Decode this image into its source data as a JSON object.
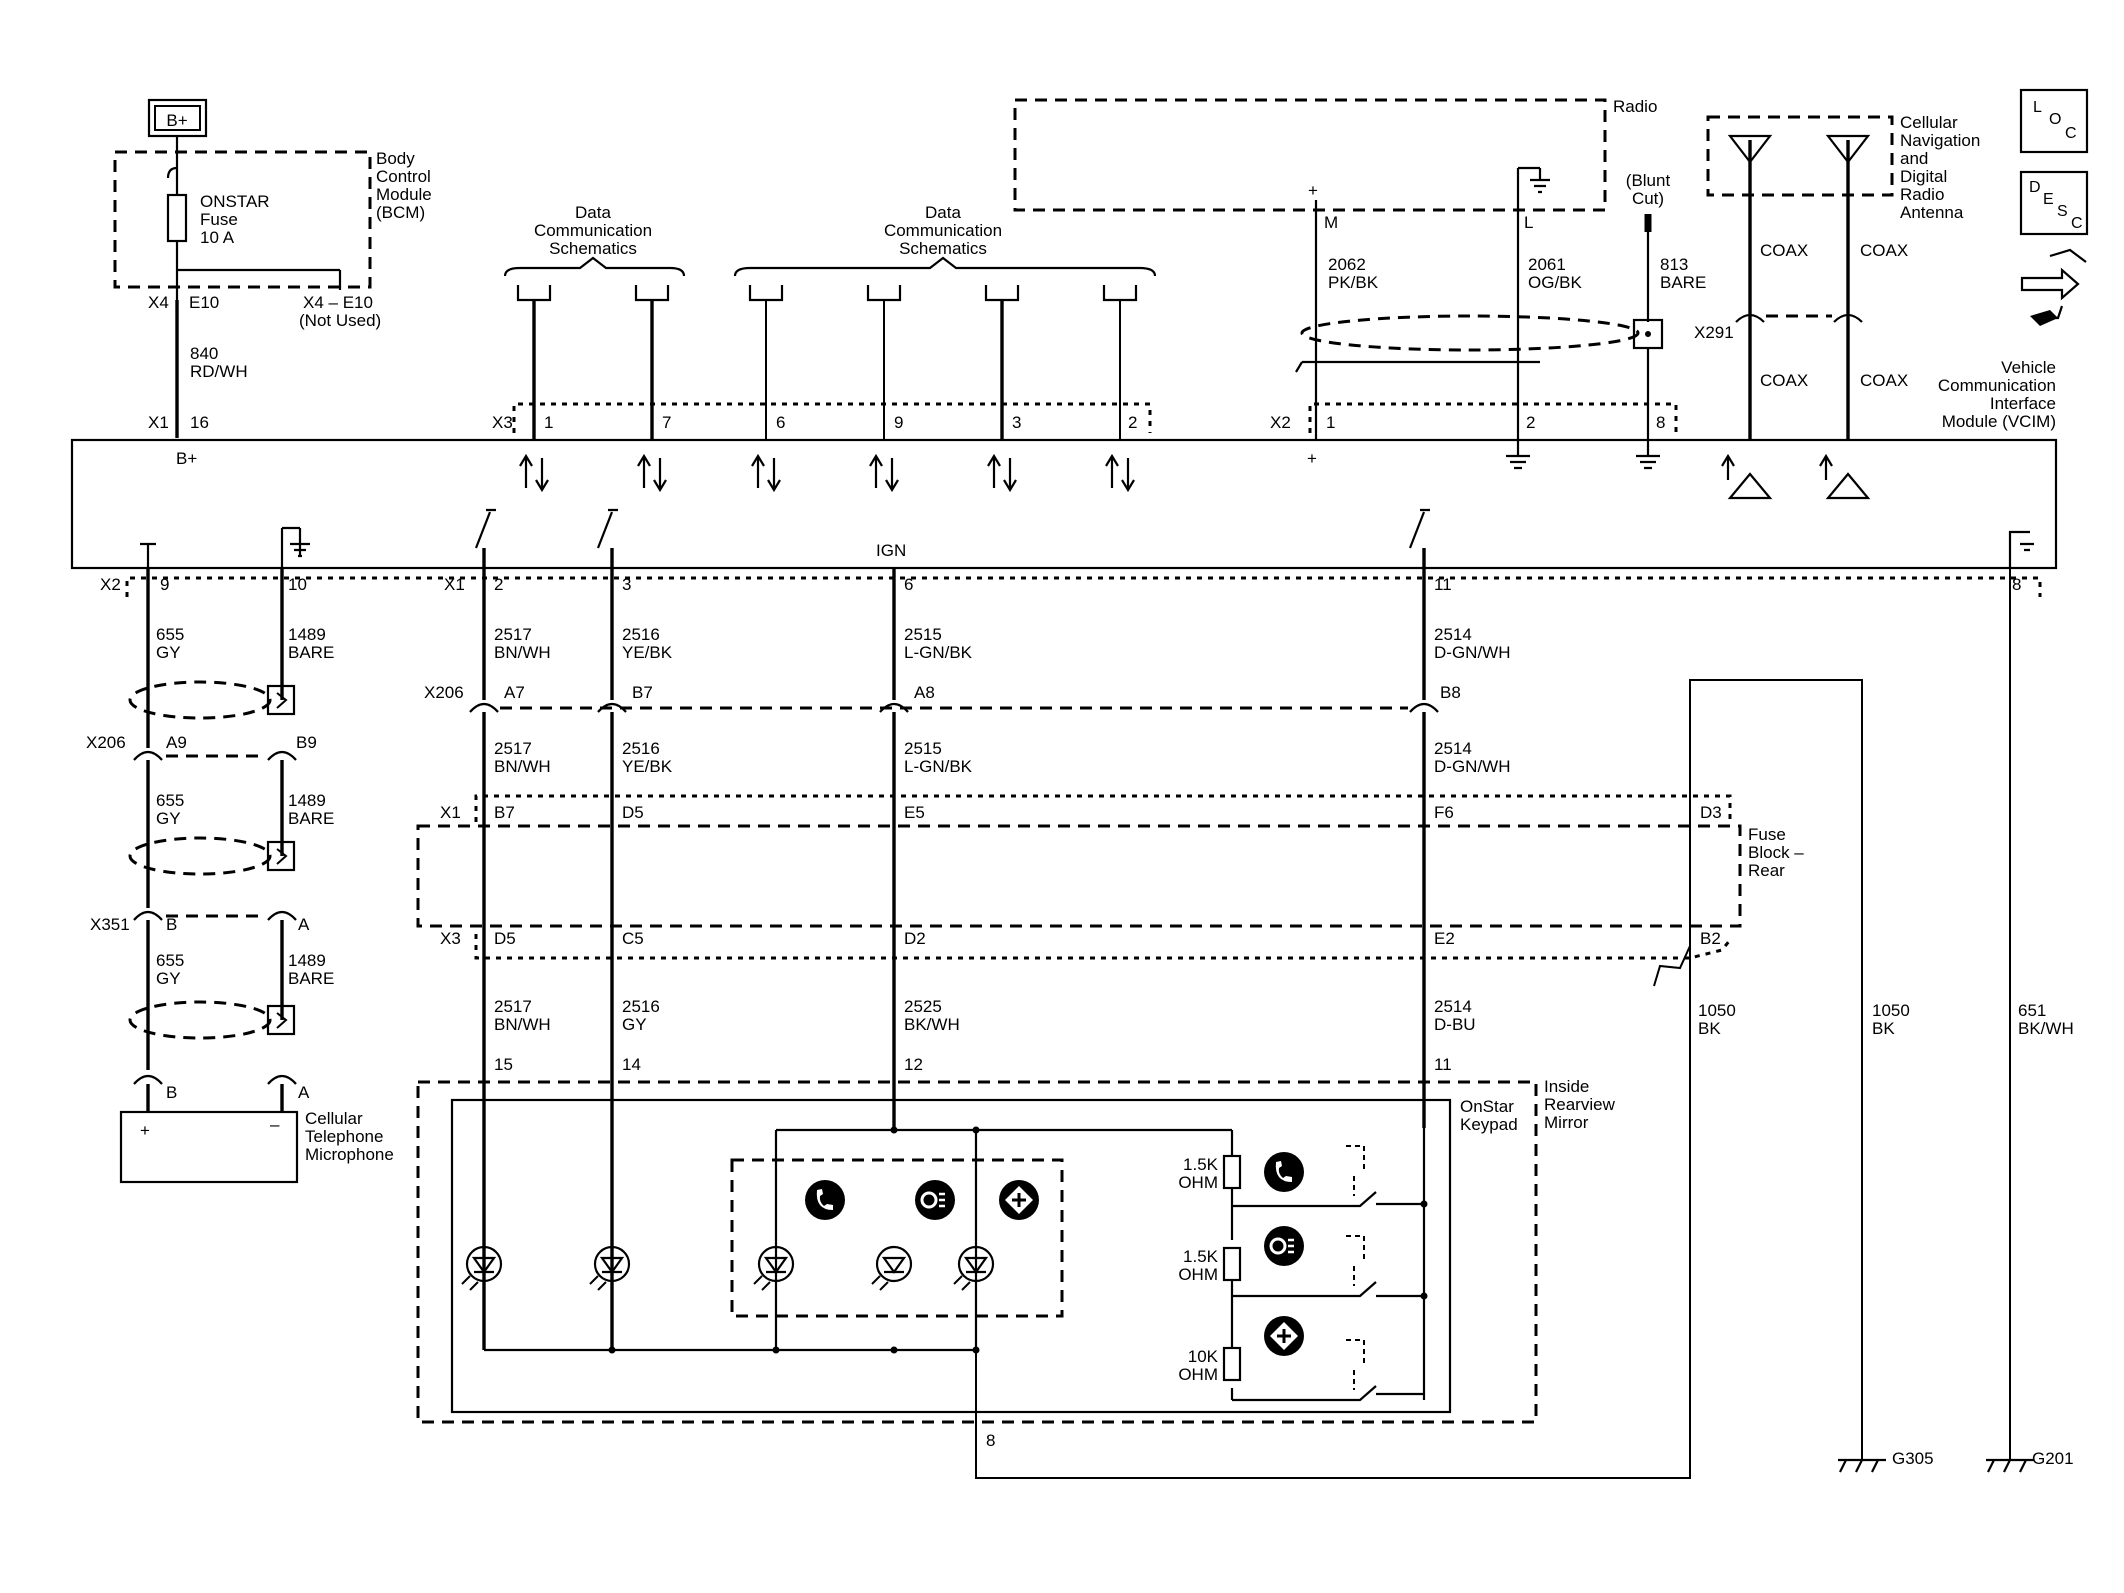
{
  "supply": {
    "label": "B+"
  },
  "bcm": {
    "fuse_name": "ONSTAR",
    "fuse_word": "Fuse",
    "fuse_rating": "10 A",
    "module_lines": [
      "Body",
      "Control",
      "Module",
      "(BCM)"
    ],
    "conn_x4": "X4",
    "pin_e10": "E10",
    "unused_pin": "X4 – E10",
    "unused_note": "(Not Used)",
    "wire_circuit": "840",
    "wire_color": "RD/WH"
  },
  "data_comm": {
    "lines": [
      "Data",
      "Communication",
      "Schematics"
    ]
  },
  "radio": {
    "label": "Radio",
    "plus": "+",
    "pin_m": "M",
    "pin_l": "L",
    "w1_circuit": "2062",
    "w1_color": "PK/BK",
    "w2_circuit": "2061",
    "w2_color": "OG/BK",
    "blunt_lines": [
      "(Blunt",
      "Cut)"
    ],
    "w3_circuit": "813",
    "w3_color": "BARE"
  },
  "antenna": {
    "lines": [
      "Cellular",
      "Navigation",
      "and",
      "Digital",
      "Radio",
      "Antenna"
    ],
    "coax": "COAX",
    "conn": "X291"
  },
  "icons": {
    "loc": [
      "L",
      "O",
      "C"
    ],
    "desc": [
      "D",
      "E",
      "S",
      "C"
    ]
  },
  "vcim": {
    "lines": [
      "Vehicle",
      "Communication",
      "Interface",
      "Module (VCIM)"
    ],
    "b_plus": "B+",
    "ign": "IGN",
    "x1": "X1",
    "x1_pin": "16",
    "x3": "X3",
    "x3_pins": [
      "1",
      "7",
      "6",
      "9",
      "3",
      "2"
    ],
    "x2": "X2",
    "x2_pins": [
      "1",
      "2",
      "8"
    ],
    "plus": "+",
    "bx2": "X2",
    "bx2_pins": [
      "9",
      "10"
    ],
    "bx1": "X1",
    "bx1_pins": [
      "2",
      "3",
      "6",
      "11",
      "8"
    ]
  },
  "mic_harness": {
    "w655": "655",
    "gy": "GY",
    "w1489": "1489",
    "bare": "BARE",
    "x206": "X206",
    "a9": "A9",
    "b9": "B9",
    "x351": "X351",
    "b": "B",
    "a": "A"
  },
  "microphone": {
    "lines": [
      "Cellular",
      "Telephone",
      "Microphone"
    ],
    "plus": "+",
    "minus": "–"
  },
  "main_harness": {
    "row1": [
      {
        "c": "2517",
        "k": "BN/WH"
      },
      {
        "c": "2516",
        "k": "YE/BK"
      },
      {
        "c": "2515",
        "k": "L-GN/BK"
      },
      {
        "c": "2514",
        "k": "D-GN/WH"
      }
    ],
    "x206": "X206",
    "x206_pins": [
      "A7",
      "B7",
      "A8",
      "B8"
    ],
    "row2": [
      {
        "c": "2517",
        "k": "BN/WH"
      },
      {
        "c": "2516",
        "k": "YE/BK"
      },
      {
        "c": "2515",
        "k": "L-GN/BK"
      },
      {
        "c": "2514",
        "k": "D-GN/WH"
      }
    ],
    "row3": [
      {
        "c": "2517",
        "k": "BN/WH"
      },
      {
        "c": "2516",
        "k": "GY"
      },
      {
        "c": "2525",
        "k": "BK/WH"
      },
      {
        "c": "2514",
        "k": "D-BU"
      }
    ],
    "mirror_pins": [
      "15",
      "14",
      "12",
      "11",
      "8"
    ]
  },
  "fuse_block": {
    "lines": [
      "Fuse",
      "Block –",
      "Rear"
    ],
    "x1": "X1",
    "x1_pins": [
      "B7",
      "D5",
      "E5",
      "F6",
      "D3"
    ],
    "x3": "X3",
    "x3_pins": [
      "D5",
      "C5",
      "D2",
      "E2",
      "B2"
    ]
  },
  "grounds": {
    "w1": {
      "c": "1050",
      "k": "BK"
    },
    "w2": {
      "c": "1050",
      "k": "BK"
    },
    "w3": {
      "c": "651",
      "k": "BK/WH"
    },
    "g305": "G305",
    "g201": "G201"
  },
  "mirror": {
    "lines": [
      "Inside",
      "Rearview",
      "Mirror"
    ],
    "keypad": [
      "OnStar",
      "Keypad"
    ],
    "r1": [
      "1.5K",
      "OHM"
    ],
    "r2": [
      "1.5K",
      "OHM"
    ],
    "r3": [
      "10K",
      "OHM"
    ]
  }
}
